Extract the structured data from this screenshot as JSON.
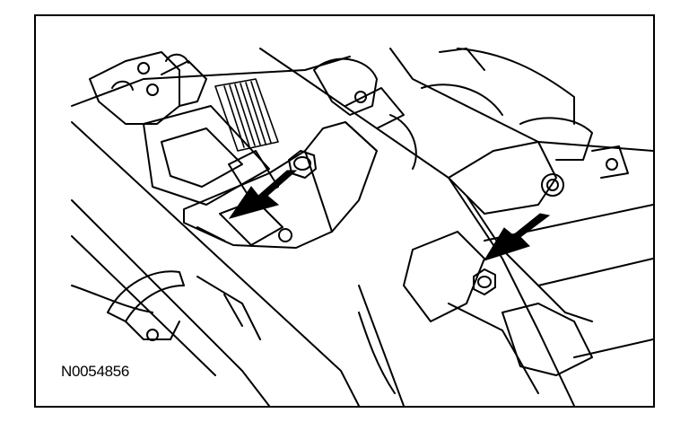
{
  "figure": {
    "reference_code": "N0054856"
  },
  "callouts": [
    {
      "name": "upper-arrow",
      "target": "upper-bolt"
    },
    {
      "name": "lower-arrow",
      "target": "lower-bolt"
    }
  ]
}
